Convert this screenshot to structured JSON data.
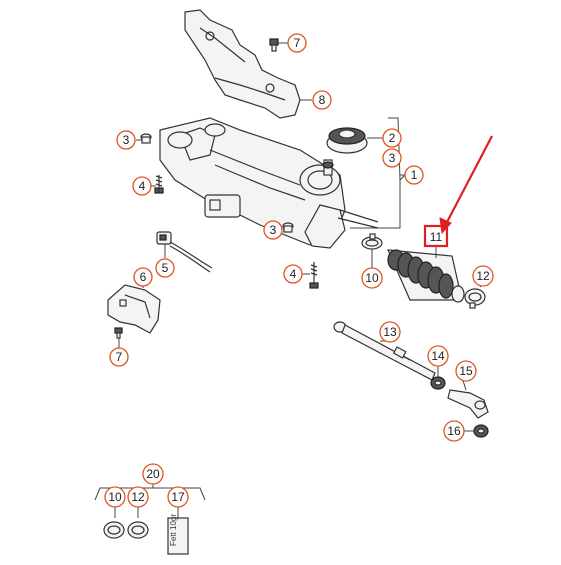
{
  "colors": {
    "callout_ring": "#e0541f",
    "highlight_box": "#e02020",
    "arrow": "#e02020",
    "line": "#333333"
  },
  "callouts": {
    "c1": "1",
    "c2": "2",
    "c3a": "3",
    "c3b": "3",
    "c3c": "3",
    "c4a": "4",
    "c4b": "4",
    "c5": "5",
    "c6": "6",
    "c7a": "7",
    "c7b": "7",
    "c8": "8",
    "c10a": "10",
    "c10b": "10",
    "c11": "11",
    "c12a": "12",
    "c12b": "12",
    "c13": "13",
    "c14": "14",
    "c15": "15",
    "c16": "16",
    "c17": "17",
    "c20": "20"
  },
  "grease_tube_label": "Fett 10gr"
}
